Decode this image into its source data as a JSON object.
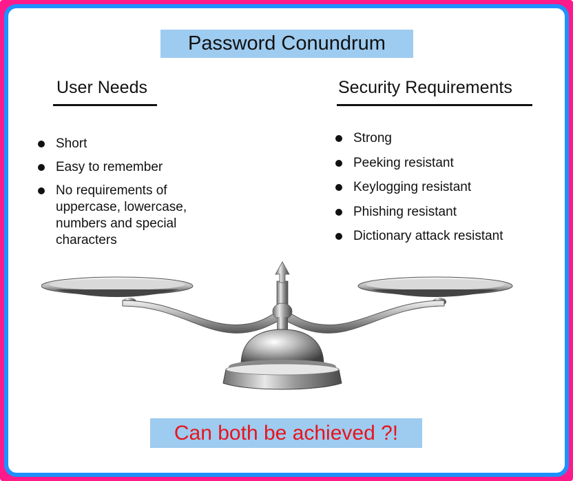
{
  "title": "Password Conundrum",
  "columns": {
    "user_needs": {
      "heading": "User Needs",
      "items": [
        "Short",
        "Easy to remember",
        "No requirements of uppercase, lowercase, numbers and special characters"
      ]
    },
    "security_requirements": {
      "heading": "Security Requirements",
      "items": [
        "Strong",
        "Peeking resistant",
        "Keylogging resistant",
        "Phishing resistant",
        "Dictionary attack resistant"
      ]
    }
  },
  "question": "Can both be achieved ?!",
  "colors": {
    "outer_border": "#ff1a8c",
    "inner_border": "#1e90ff",
    "highlight_box": "#9ecbf0",
    "question_text": "#e8141b"
  },
  "icons": [
    "balance-scale-icon",
    "bullet-dot-icon"
  ]
}
